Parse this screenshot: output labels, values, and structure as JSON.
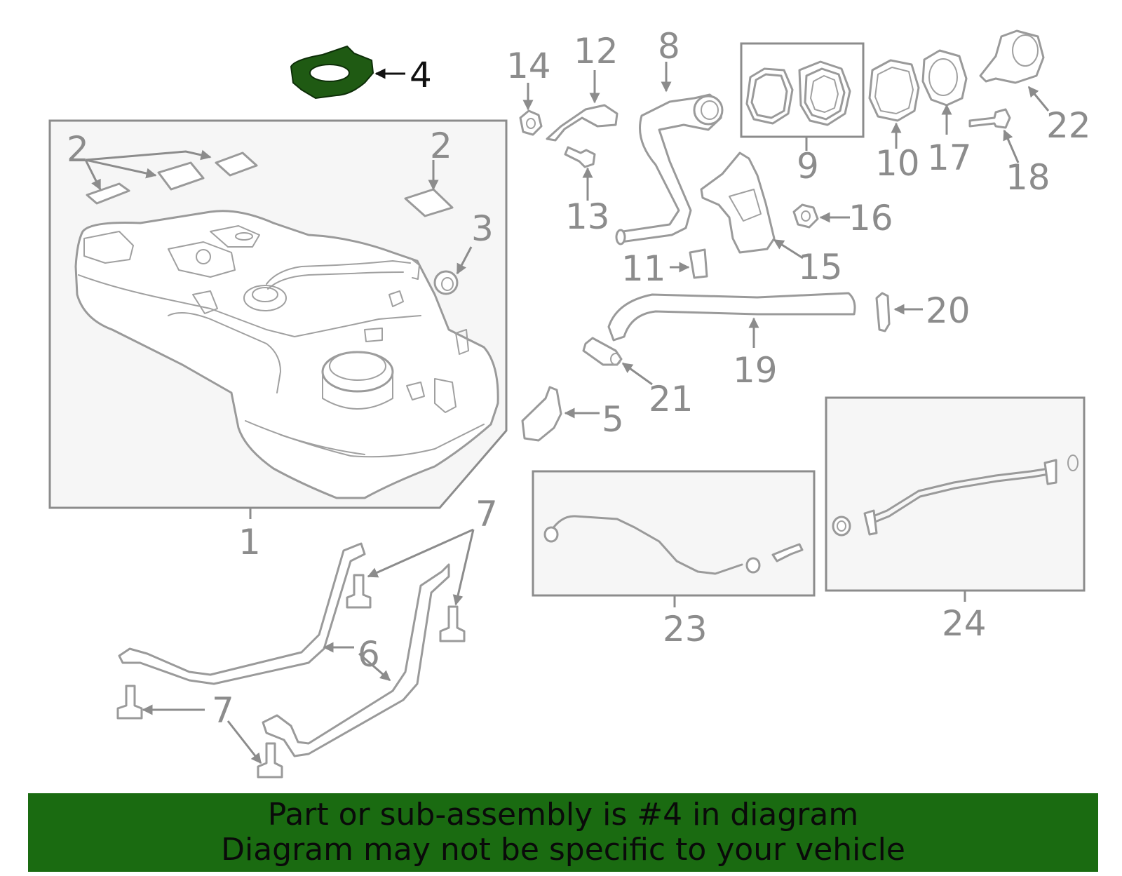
{
  "diagram": {
    "highlight_color": "#1a6b11",
    "highlighted_callout": "4",
    "callouts": {
      "c1": "1",
      "c2a": "2",
      "c2b": "2",
      "c3": "3",
      "c4": "4",
      "c5": "5",
      "c6": "6",
      "c7a": "7",
      "c7b": "7",
      "c8": "8",
      "c9": "9",
      "c10": "10",
      "c11": "11",
      "c12": "12",
      "c13": "13",
      "c14": "14",
      "c15": "15",
      "c16": "16",
      "c17": "17",
      "c18": "18",
      "c19": "19",
      "c20": "20",
      "c21": "21",
      "c22": "22",
      "c23": "23",
      "c24": "24"
    }
  },
  "banner": {
    "line1": "Part or sub-assembly is #4 in diagram",
    "line2": "Diagram may not be specific to your vehicle",
    "background": "#1a6b11"
  }
}
